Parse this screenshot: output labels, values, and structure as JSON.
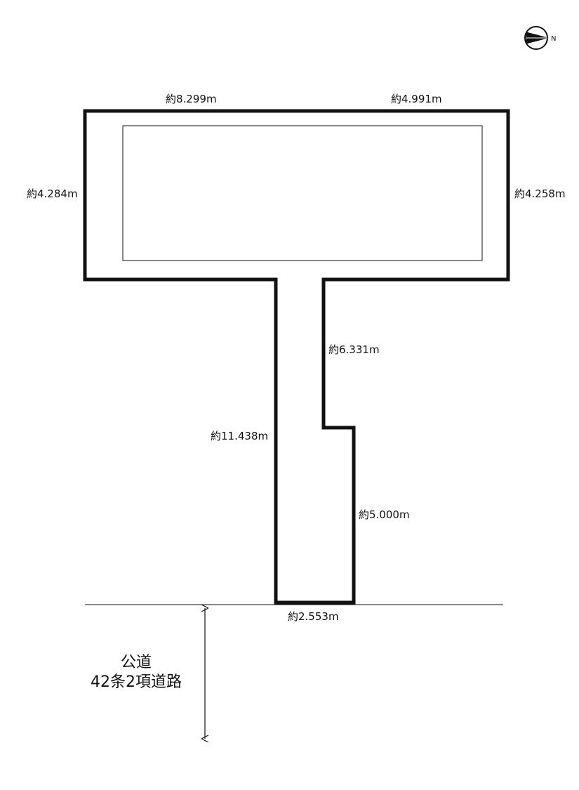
{
  "compass": {
    "label": "N",
    "icon": "north-arrow-icon"
  },
  "lot": {
    "dimensions": {
      "top_left": "約8.299m",
      "top_right": "約4.991m",
      "left": "約4.284m",
      "right": "約4.258m",
      "stem_right_upper": "約6.331m",
      "stem_left": "約11.438m",
      "stem_right_lower": "約5.000m",
      "frontage": "約2.553m"
    }
  },
  "road": {
    "line1": "公道",
    "line2": "42条2項道路"
  },
  "colors": {
    "stroke": "#111111",
    "background": "#ffffff"
  }
}
